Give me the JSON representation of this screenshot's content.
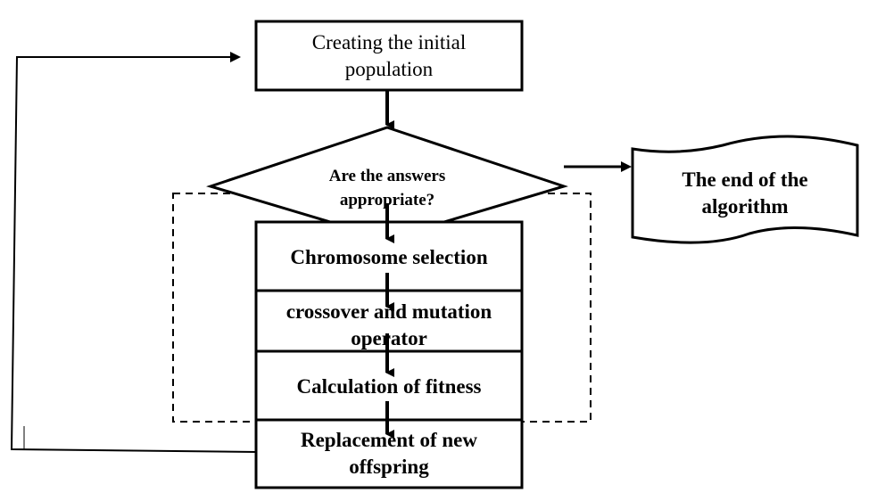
{
  "diagram": {
    "start_box": "Creating the initial population",
    "decision": "Are the answers appropriate?",
    "end_node": "The end of the algorithm",
    "steps": [
      "Chromosome selection",
      "crossover and mutation operator",
      "Calculation of fitness",
      "Replacement of new offspring"
    ]
  },
  "colors": {
    "stroke": "#000000",
    "background": "#ffffff"
  }
}
